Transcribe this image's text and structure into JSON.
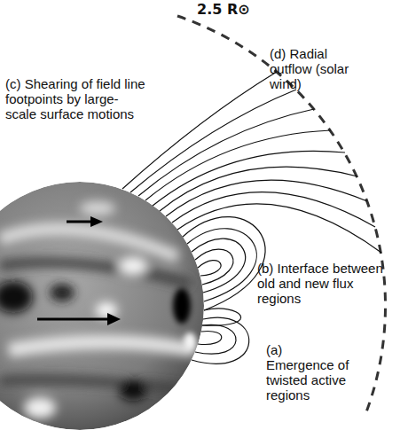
{
  "diagram": {
    "labels": [
      "2.5 R⊙",
      "(d) Radial outflow (solar wind)",
      "(c) Shearing of field line footpoints by large-scale surface motions",
      "(b) Interface between old and new flux regions",
      "(a) Emergence of twisted active regions"
    ]
  }
}
